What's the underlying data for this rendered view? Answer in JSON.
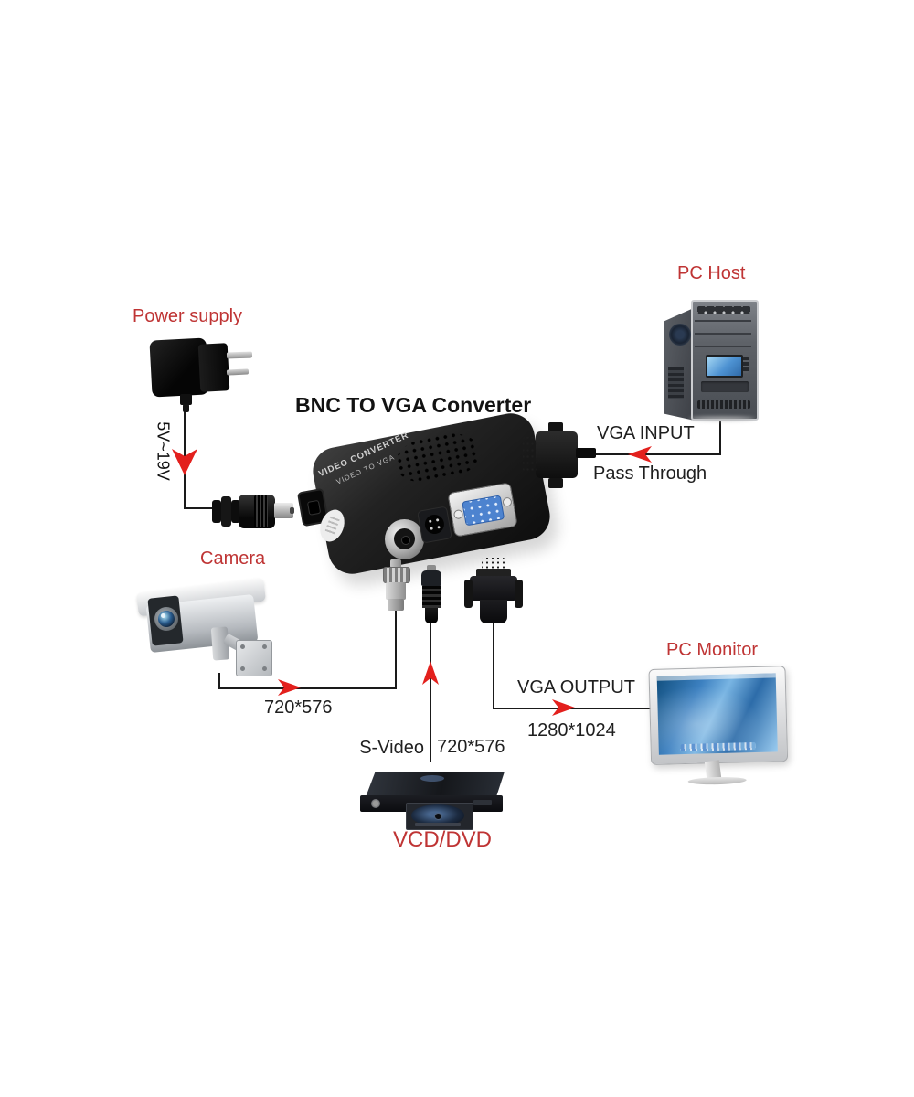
{
  "title": "BNC TO VGA Converter",
  "device_print": {
    "line1": "VIDEO CONVERTER",
    "line2": "VIDEO TO VGA"
  },
  "power": {
    "label": "Power supply",
    "voltage": "5V~19V"
  },
  "pc_host": {
    "label": "PC Host"
  },
  "vga_input": {
    "label": "VGA INPUT",
    "note": "Pass Through"
  },
  "camera": {
    "label": "Camera",
    "resolution": "720*576"
  },
  "svideo": {
    "label": "S-Video",
    "resolution": "720*576"
  },
  "vcd_dvd": {
    "label": "VCD/DVD"
  },
  "pc_monitor": {
    "label": "PC Monitor"
  },
  "vga_output": {
    "label": "VGA OUTPUT",
    "resolution": "1280*1024"
  },
  "colors": {
    "label_red": "#bf3434",
    "arrow_red": "#e3201d",
    "line_black": "#1a1a1a",
    "vga_port_blue": "#4d83cf"
  }
}
